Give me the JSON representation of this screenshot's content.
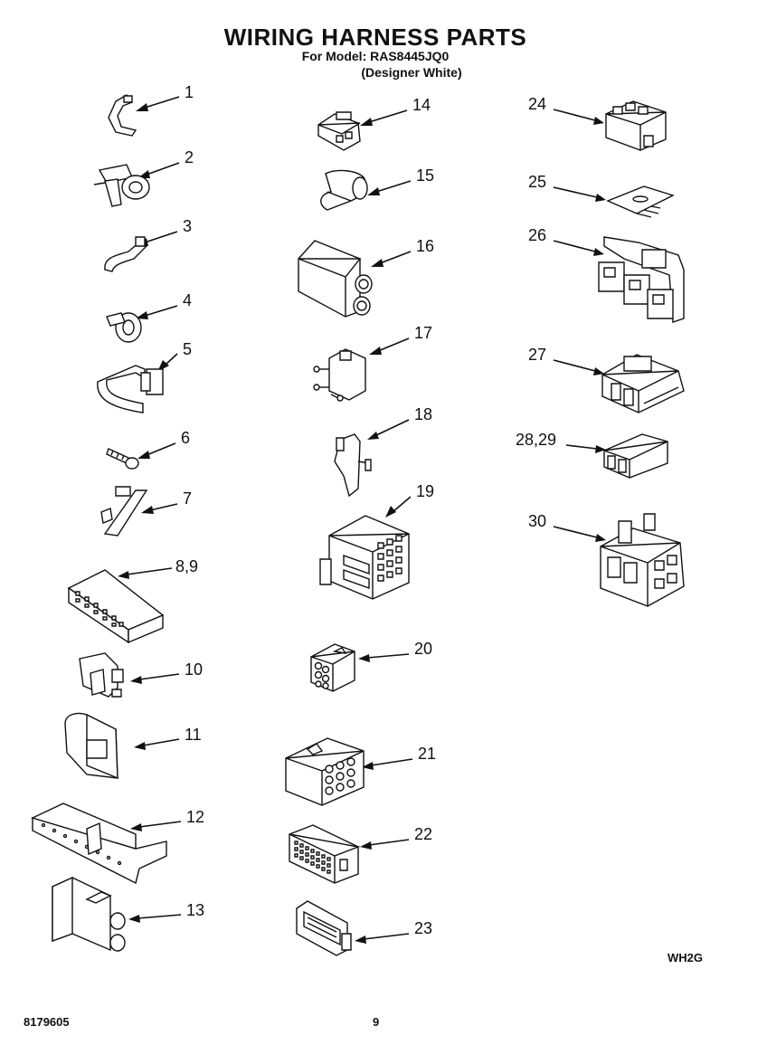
{
  "header": {
    "title": "WIRING HARNESS PARTS",
    "model_line": "For Model: RAS8445JQ0",
    "color_line": "(Designer White)"
  },
  "callouts": [
    {
      "label": "1",
      "part": "clip"
    },
    {
      "label": "2",
      "part": "clamp"
    },
    {
      "label": "3",
      "part": "hook-clip"
    },
    {
      "label": "4",
      "part": "ring"
    },
    {
      "label": "5",
      "part": "strap-clamp"
    },
    {
      "label": "6",
      "part": "screw"
    },
    {
      "label": "7",
      "part": "retainer"
    },
    {
      "label": "8,9",
      "part": "terminal-block"
    },
    {
      "label": "10",
      "part": "connector-clip"
    },
    {
      "label": "11",
      "part": "plug-housing"
    },
    {
      "label": "12",
      "part": "terminal-strip"
    },
    {
      "label": "13",
      "part": "housing"
    },
    {
      "label": "14",
      "part": "small-connector"
    },
    {
      "label": "15",
      "part": "sleeve"
    },
    {
      "label": "16",
      "part": "two-pin-housing"
    },
    {
      "label": "17",
      "part": "pin-connector"
    },
    {
      "label": "18",
      "part": "latch"
    },
    {
      "label": "19",
      "part": "multi-pin-connector"
    },
    {
      "label": "20",
      "part": "six-pin-connector"
    },
    {
      "label": "21",
      "part": "nine-pin-connector"
    },
    {
      "label": "22",
      "part": "dense-connector"
    },
    {
      "label": "23",
      "part": "edge-connector"
    },
    {
      "label": "24",
      "part": "block-connector"
    },
    {
      "label": "25",
      "part": "plate-connector"
    },
    {
      "label": "26",
      "part": "relay-socket"
    },
    {
      "label": "27",
      "part": "switch-housing"
    },
    {
      "label": "28,29",
      "part": "small-latch"
    },
    {
      "label": "30",
      "part": "socket-block"
    }
  ],
  "footer": {
    "code": "WH2G",
    "doc_number": "8179605",
    "page": "9"
  }
}
